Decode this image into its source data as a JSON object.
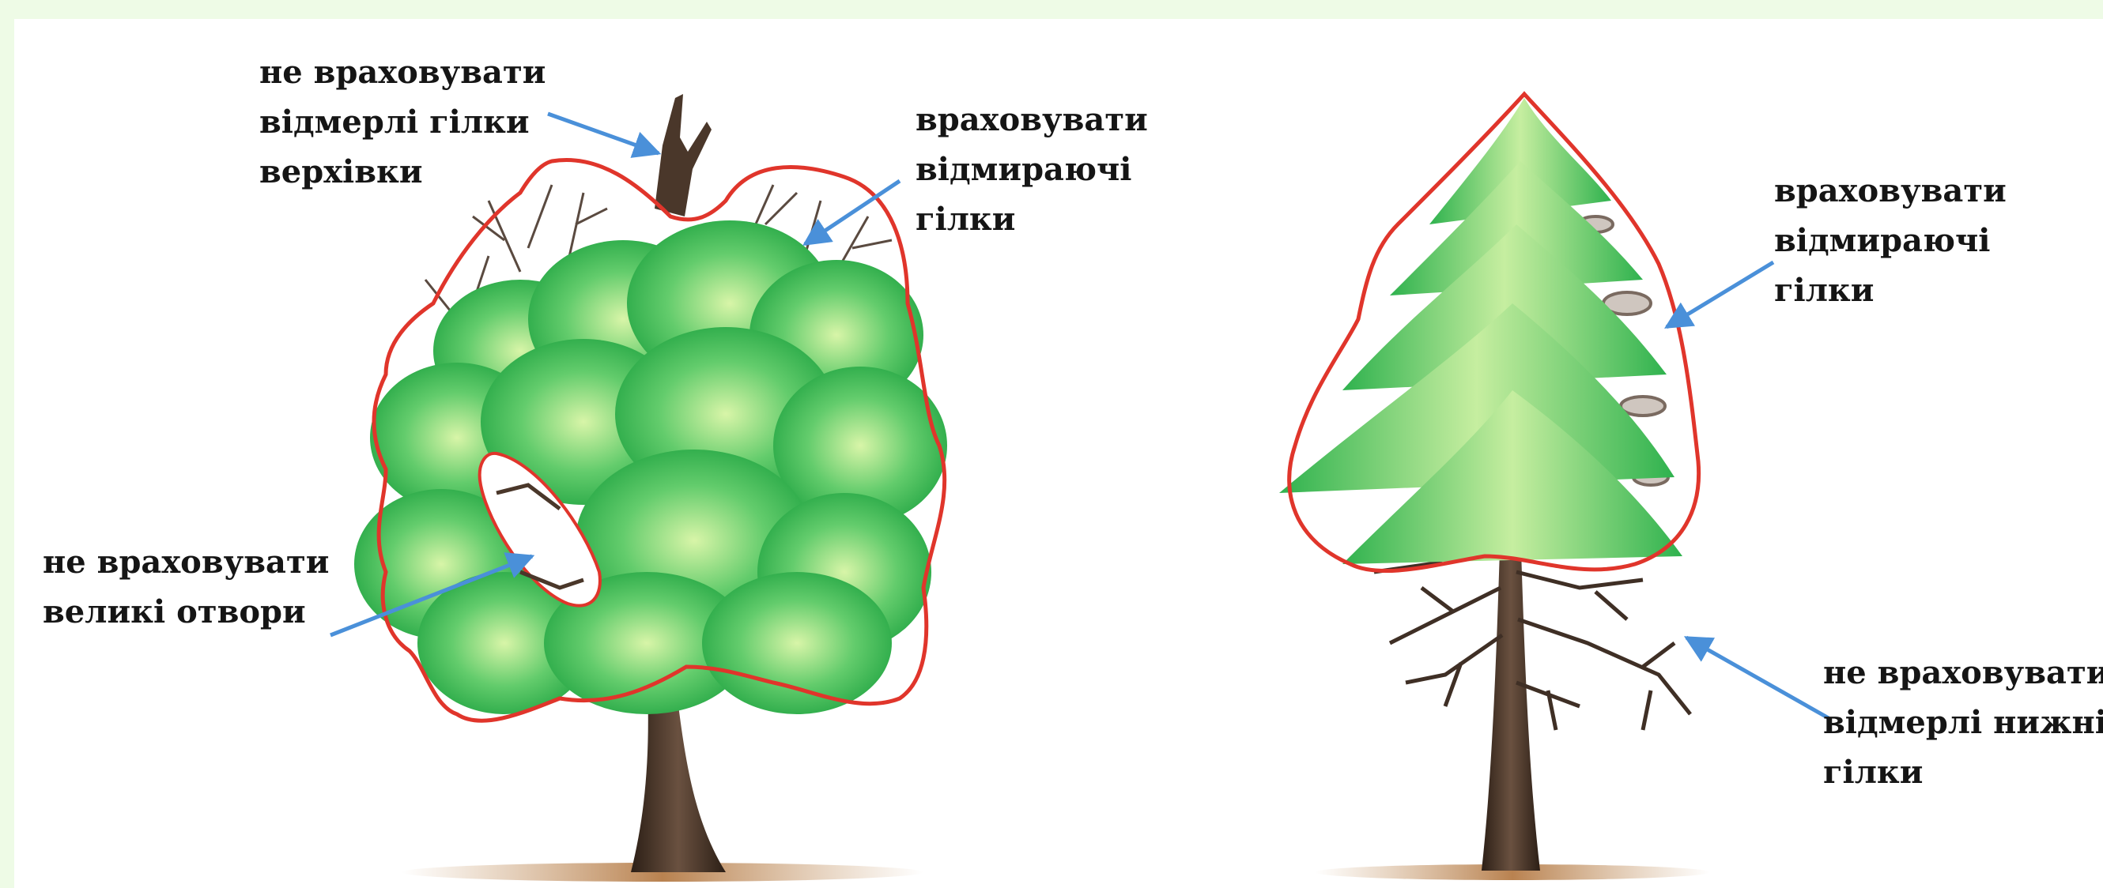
{
  "labels": {
    "dead_top": {
      "lines": [
        "не враховувати",
        "відмерлі гілки",
        "верхівки"
      ]
    },
    "dying_left": {
      "lines": [
        "враховувати",
        "відмираючі",
        "гілки"
      ]
    },
    "holes": {
      "lines": [
        "не враховувати",
        "великі отвори"
      ]
    },
    "dying_right": {
      "lines": [
        "враховувати",
        "відмираючі",
        "гілки"
      ]
    },
    "dead_lower": {
      "lines": [
        "не враховувати",
        "відмерлі нижні",
        "гілки"
      ]
    }
  },
  "colors": {
    "outline": "#e0352b",
    "arrow": "#4a90d9",
    "foliage": "#33bb55",
    "foliage_light": "#d8f5a8",
    "trunk": "#4a372a",
    "background": "#eefbe6"
  }
}
